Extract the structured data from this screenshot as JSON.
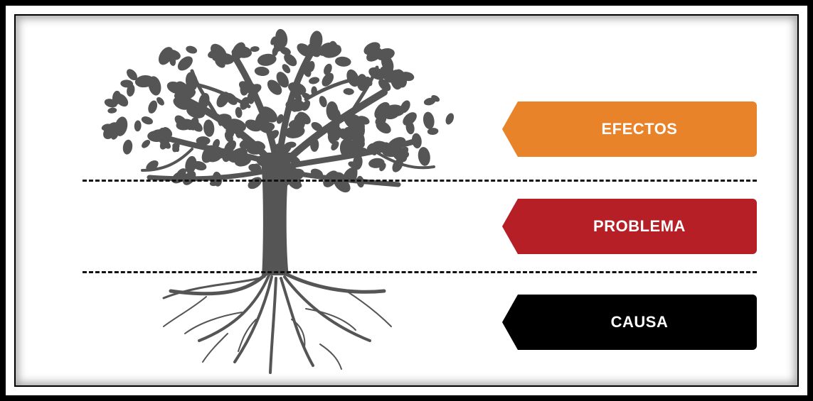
{
  "labels": {
    "effects": "EFECTOS",
    "problem": "PROBLEMA",
    "cause": "CAUSA"
  },
  "colors": {
    "effects": "#E8832A",
    "problem": "#B51F25",
    "cause": "#000000",
    "tree": "#555555"
  }
}
